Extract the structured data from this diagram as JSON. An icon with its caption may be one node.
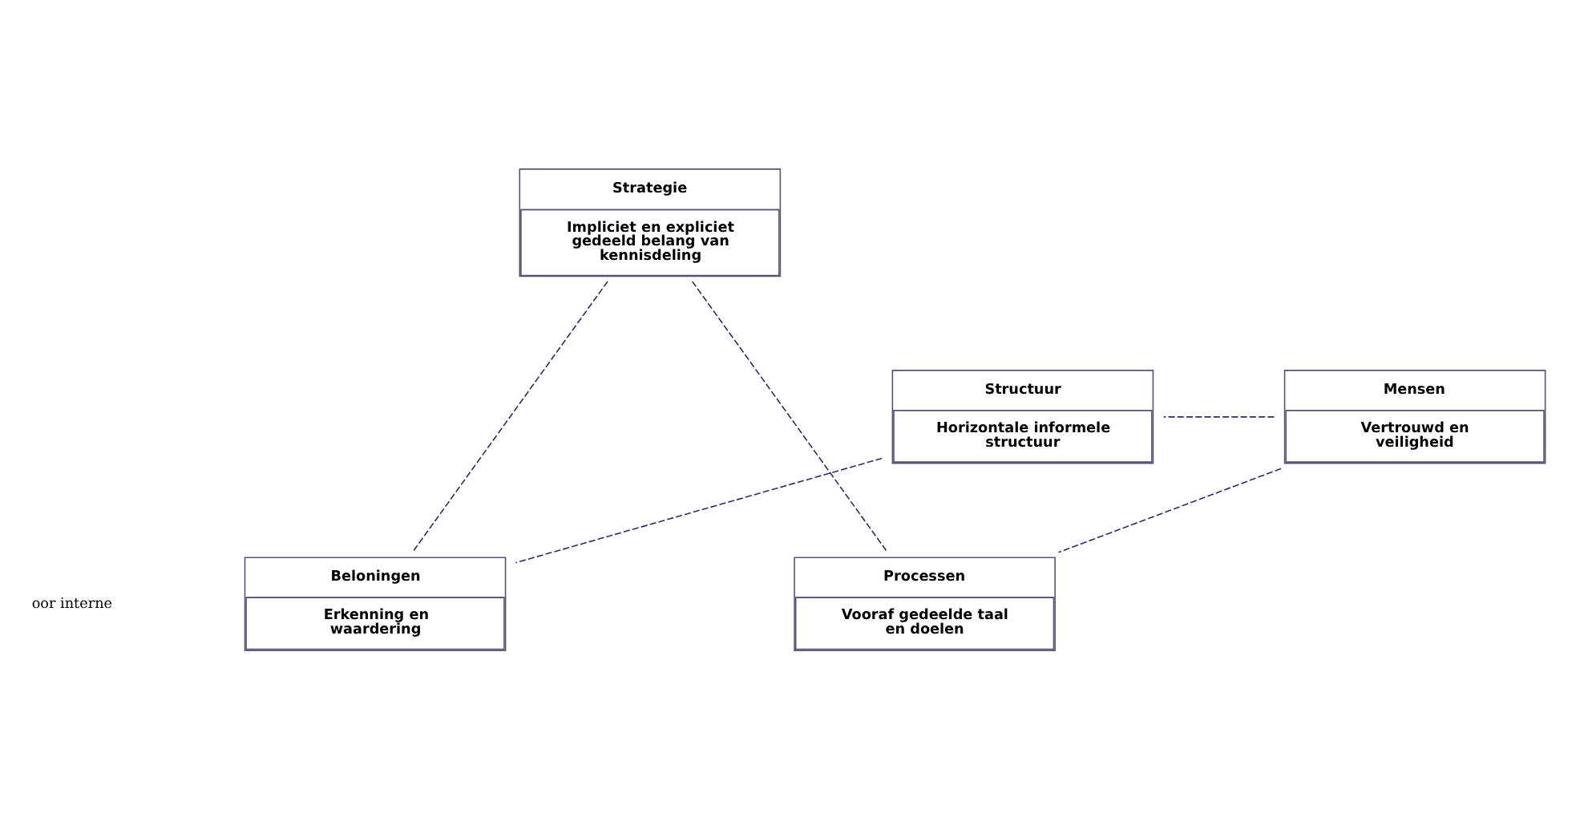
{
  "diagram": {
    "nodes": [
      {
        "text": [
          "Strategie",
          "Impliciet en expliciet gedeeld belang van kennisdeling"
        ]
      },
      {
        "text": [
          "Mensen",
          "Vertrouwd en veiligheid"
        ]
      },
      {
        "text": [
          "Structuur",
          "Horizontale informele structuur"
        ]
      },
      {
        "text": [
          "Beloningen",
          "Erkenning en waardering"
        ]
      },
      {
        "text": [
          "Processen",
          "Vooraf gedeelde taal en doelen"
        ]
      }
    ],
    "edges": [
      {
        "from": 0,
        "to": 3,
        "arrow": "none",
        "style": "dashed"
      },
      {
        "from": 0,
        "to": 4,
        "arrow": "none",
        "style": "dashed"
      },
      {
        "from": 1,
        "to": 2,
        "arrow": "none",
        "style": "dashed"
      },
      {
        "from": 1,
        "to": 4,
        "arrow": "none",
        "style": "dashed"
      },
      {
        "from": 2,
        "to": 3,
        "arrow": "none",
        "style": "dashed"
      }
    ],
    "labels": [
      "oor interne"
    ]
  }
}
